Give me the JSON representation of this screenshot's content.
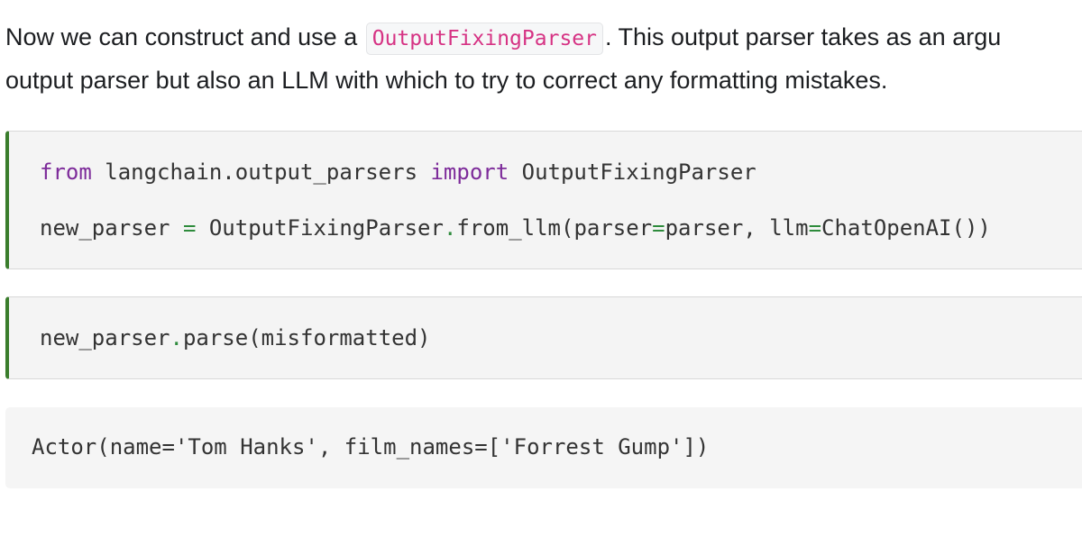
{
  "paragraph": {
    "part1": "Now we can construct and use a",
    "code": "OutputFixingParser",
    "part2": ". This output parser takes as an argu",
    "line2": "output parser but also an LLM with which to try to correct any formatting mistakes."
  },
  "cells": {
    "cell1": {
      "line1": {
        "kw_from": "from",
        "module": " langchain.output_parsers ",
        "kw_import": "import",
        "name": " OutputFixingParser"
      },
      "line2": {
        "lhs": "new_parser ",
        "eq": "=",
        "cls": " OutputFixingParser",
        "dot": ".",
        "call": "from_llm(parser",
        "eq2": "=",
        "arg": "parser, llm",
        "eq3": "=",
        "end": "ChatOpenAI())"
      }
    },
    "cell2": {
      "obj": "new_parser",
      "dot": ".",
      "call": "parse(misformatted)"
    },
    "output": {
      "text": "Actor(name='Tom Hanks', film_names=['Forrest Gump'])"
    }
  },
  "colors": {
    "keyword": "#7d2b9a",
    "operator": "#2e8b3c",
    "inline_code": "#d63384",
    "cell_border_accent": "#3a7d2c"
  }
}
